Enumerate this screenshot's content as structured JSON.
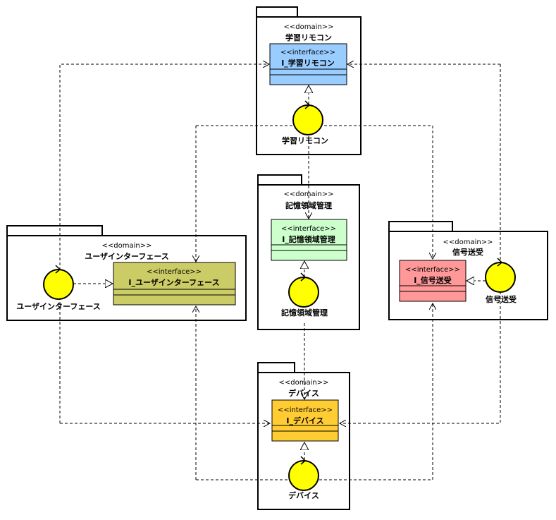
{
  "stereotypes": {
    "domain": "<<domain>>",
    "interface": "<<interface>>"
  },
  "packages": {
    "remote": {
      "name": "学習リモコン",
      "interface": "I_学習リモコン",
      "controller": "学習リモコン"
    },
    "memory": {
      "name": "記憶領域管理",
      "interface": "I_記憶領域管理",
      "controller": "記憶領域管理"
    },
    "ui": {
      "name": "ユーザインターフェース",
      "interface": "I_ユーザインターフェース",
      "controller": "ユーザインターフェース"
    },
    "signal": {
      "name": "信号送受",
      "interface": "I_信号送受",
      "controller": "信号送受"
    },
    "device": {
      "name": "デバイス",
      "interface": "I_デバイス",
      "controller": "デバイス"
    }
  },
  "colors": {
    "remote_interface": "#99ccff",
    "memory_interface": "#ccffcc",
    "ui_interface": "#cccc66",
    "signal_interface": "#ff9999",
    "device_interface": "#ffcc33",
    "controller": "#ffff00"
  }
}
